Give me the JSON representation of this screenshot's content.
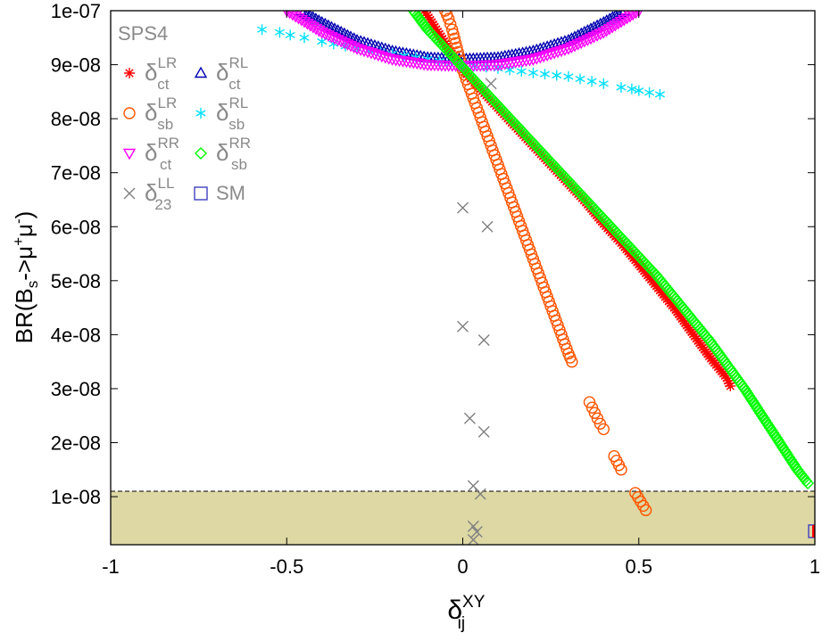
{
  "chart_data": {
    "type": "scatter",
    "title": "",
    "xlabel": "δij^XY",
    "ylabel": "BR(Bs->μ+μ-)",
    "xlim": [
      -1,
      1
    ],
    "ylim": [
      1.1e-09,
      1e-07
    ],
    "x_ticks": [
      -1,
      -0.5,
      0,
      0.5,
      1
    ],
    "x_tick_labels": [
      "-1",
      "-0.5",
      "0",
      "0.5",
      "1"
    ],
    "y_ticks": [
      1e-08,
      2e-08,
      3e-08,
      4e-08,
      5e-08,
      6e-08,
      7e-08,
      8e-08,
      9e-08,
      1e-07
    ],
    "y_tick_labels": [
      "1e-08",
      "2e-08",
      "3e-08",
      "4e-08",
      "5e-08",
      "6e-08",
      "7e-08",
      "8e-08",
      "9e-08",
      "1e-07"
    ],
    "grid": false,
    "legend_position": "top-left",
    "legend_title": "SPS4",
    "excluded_region": {
      "y_from": 1.1e-09,
      "y_to": 1.1e-08,
      "color": "#ddd8a4",
      "border": "dashed"
    },
    "series": [
      {
        "name": "δct^LR",
        "marker": "star",
        "color": "#ff0000",
        "x": [
          -0.11,
          -0.08,
          -0.04,
          0.0,
          0.05,
          0.1,
          0.15,
          0.2,
          0.25,
          0.3,
          0.35,
          0.4,
          0.45,
          0.5,
          0.55,
          0.6,
          0.65,
          0.7,
          0.75,
          0.76
        ],
        "y": [
          1e-07,
          9.7e-08,
          9.3e-08,
          8.9e-08,
          8.55e-08,
          8.2e-08,
          7.85e-08,
          7.5e-08,
          7.15e-08,
          6.8e-08,
          6.45e-08,
          6.05e-08,
          5.7e-08,
          5.3e-08,
          4.9e-08,
          4.5e-08,
          4.05e-08,
          3.6e-08,
          3.2e-08,
          3.05e-08
        ]
      },
      {
        "name": "δct^RL",
        "marker": "triangle-up",
        "color": "#0000b0",
        "x": [
          -0.46,
          -0.4,
          -0.3,
          -0.2,
          -0.1,
          0.0,
          0.1,
          0.2,
          0.3,
          0.4,
          0.46
        ],
        "y": [
          1e-07,
          9.78e-08,
          9.45e-08,
          9.25e-08,
          9.13e-08,
          9.1e-08,
          9.13e-08,
          9.25e-08,
          9.45e-08,
          9.78e-08,
          1e-07
        ]
      },
      {
        "name": "δsb^LR",
        "marker": "circle",
        "color": "#ff5500",
        "x": [
          -0.05,
          -0.04,
          -0.03,
          -0.02,
          -0.01,
          0.0,
          0.02,
          0.04,
          0.06,
          0.08,
          0.1,
          0.12,
          0.14,
          0.16,
          0.18,
          0.2,
          0.22,
          0.24,
          0.26,
          0.28,
          0.3,
          0.31,
          0.36,
          0.39,
          0.4,
          0.43,
          0.45,
          0.49,
          0.52
        ],
        "y": [
          1e-07,
          9.85e-08,
          9.65e-08,
          9.4e-08,
          9.15e-08,
          8.9e-08,
          8.55e-08,
          8.2e-08,
          7.85e-08,
          7.5e-08,
          7.15e-08,
          6.8e-08,
          6.45e-08,
          6.1e-08,
          5.75e-08,
          5.4e-08,
          5.05e-08,
          4.7e-08,
          4.35e-08,
          4e-08,
          3.65e-08,
          3.5e-08,
          2.75e-08,
          2.35e-08,
          2.25e-08,
          1.75e-08,
          1.5e-08,
          1.07e-08,
          7.5e-09
        ]
      },
      {
        "name": "δsb^RL",
        "marker": "asterisk",
        "color": "#00e0ff",
        "x": [
          -0.57,
          -0.52,
          -0.49,
          -0.45,
          -0.4,
          -0.3,
          -0.2,
          -0.1,
          0.0,
          0.1,
          0.2,
          0.3,
          0.4,
          0.45,
          0.48,
          0.5,
          0.56
        ],
        "y": [
          9.65e-08,
          9.6e-08,
          9.55e-08,
          9.5e-08,
          9.43e-08,
          9.3e-08,
          9.2e-08,
          9.1e-08,
          9e-08,
          8.93e-08,
          8.85e-08,
          8.78e-08,
          8.65e-08,
          8.58e-08,
          8.55e-08,
          8.52e-08,
          8.45e-08
        ]
      },
      {
        "name": "δct^RR",
        "marker": "triangle-down",
        "color": "#ff00ff",
        "x": [
          -0.5,
          -0.4,
          -0.3,
          -0.2,
          -0.1,
          0.0,
          0.1,
          0.2,
          0.3,
          0.4,
          0.5
        ],
        "y": [
          1e-07,
          9.6e-08,
          9.3e-08,
          9.1e-08,
          9e-08,
          8.98e-08,
          9e-08,
          9.1e-08,
          9.3e-08,
          9.6e-08,
          1e-07
        ]
      },
      {
        "name": "δsb^RR",
        "marker": "diamond",
        "color": "#00ff00",
        "x": [
          -0.14,
          -0.1,
          -0.05,
          0.0,
          0.05,
          0.1,
          0.15,
          0.2,
          0.25,
          0.3,
          0.35,
          0.4,
          0.45,
          0.5,
          0.55,
          0.6,
          0.65,
          0.7,
          0.75,
          0.8,
          0.85,
          0.9,
          0.95,
          0.98
        ],
        "y": [
          1e-07,
          9.65e-08,
          9.3e-08,
          8.95e-08,
          8.6e-08,
          8.25e-08,
          7.9e-08,
          7.55e-08,
          7.2e-08,
          6.85e-08,
          6.5e-08,
          6.15e-08,
          5.8e-08,
          5.45e-08,
          5.1e-08,
          4.7e-08,
          4.3e-08,
          3.9e-08,
          3.45e-08,
          3e-08,
          2.5e-08,
          2e-08,
          1.5e-08,
          1.25e-08
        ]
      },
      {
        "name": "δ23^LL",
        "marker": "cross",
        "color": "#808080",
        "x": [
          0.08,
          0.0,
          0.07,
          0.0,
          0.06,
          0.02,
          0.06,
          0.03,
          0.05,
          0.03,
          0.04,
          0.03
        ],
        "y": [
          8.65e-08,
          6.35e-08,
          6e-08,
          4.15e-08,
          3.9e-08,
          2.45e-08,
          2.2e-08,
          1.2e-08,
          1.05e-08,
          4.5e-09,
          3.5e-09,
          2e-09
        ]
      },
      {
        "name": "SM",
        "marker": "square",
        "color": "#4040c0",
        "x": [
          1.0
        ],
        "y": [
          3.6e-09
        ]
      }
    ]
  },
  "legend": {
    "title": "SPS4",
    "entries": [
      {
        "base": "δ",
        "sup": "LR",
        "sub": "ct"
      },
      {
        "base": "δ",
        "sup": "RL",
        "sub": "ct"
      },
      {
        "base": "δ",
        "sup": "LR",
        "sub": "sb"
      },
      {
        "base": "δ",
        "sup": "RL",
        "sub": "sb"
      },
      {
        "base": "δ",
        "sup": "RR",
        "sub": "ct"
      },
      {
        "base": "δ",
        "sup": "RR",
        "sub": "sb"
      },
      {
        "base": "δ",
        "sup": "LL",
        "sub": "23"
      },
      {
        "base": "SM",
        "sup": "",
        "sub": ""
      }
    ]
  },
  "axis_text": {
    "x_base": "δ",
    "x_sup": "XY",
    "x_sub": "ij",
    "y_pre": "BR(B",
    "y_sub": "s",
    "y_mid": "->μ",
    "y_sup1": "+",
    "y_mid2": "μ",
    "y_sup2": "-",
    "y_post": ")"
  }
}
